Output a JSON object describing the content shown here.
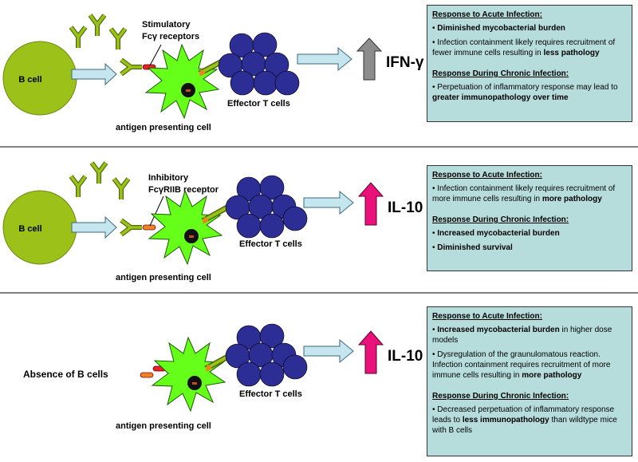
{
  "panels": [
    {
      "b_cell_label": "B cell",
      "receptor_label_line1": "Stimulatory",
      "receptor_label_line2": "Fcγ receptors",
      "apc_label": "antigen presenting cell",
      "effector_label": "Effector T cells",
      "cytokine_label": "IFN-γ",
      "cytokine_arrow_color": "#8c8c8c",
      "receptor_color": "#e8202a",
      "acute_heading": "Response to Acute Infection:",
      "acute_items": [
        {
          "b": "Diminished mycobacterial burden",
          "t": ""
        },
        {
          "t": "Infection containment likely requires recruitment of fewer immune cells resulting in ",
          "b": "less pathology"
        }
      ],
      "chronic_heading": "Response During Chronic Infection:",
      "chronic_items": [
        {
          "t": "Perpetuation of inflammatory response may lead to ",
          "b": "greater immunopathology over time"
        }
      ]
    },
    {
      "b_cell_label": "B cell",
      "receptor_label_line1": "Inhibitory",
      "receptor_label_line2": "FcγRIIB receptor",
      "apc_label": "antigen presenting cell",
      "effector_label": "Effector T cells",
      "cytokine_label": "IL-10",
      "cytokine_arrow_color": "#e8127a",
      "receptor_color": "#f0821e",
      "acute_heading": "Response to Acute Infection:",
      "acute_items": [
        {
          "t": "Infection containment likely requires recruitment of more immune cells resulting in ",
          "b": "more pathology"
        }
      ],
      "chronic_heading": "Response During Chronic Infection:",
      "chronic_items": [
        {
          "b": "Increased mycobacterial burden",
          "t": ""
        },
        {
          "b": "Diminished survival",
          "t": ""
        }
      ]
    },
    {
      "absence_label": "Absence of B cells",
      "apc_label": "antigen presenting cell",
      "effector_label": "Effector T cells",
      "cytokine_label": "IL-10",
      "cytokine_arrow_color": "#e8127a",
      "acute_heading": "Response to Acute Infection:",
      "acute_items": [
        {
          "b": "Increased mycobacterial burden",
          "t": " in higher dose models"
        },
        {
          "t": "Dysregulation of the graunulomatous reaction. Infection containment requires recruitment of more immune cells resulting in ",
          "b": "more pathology"
        }
      ],
      "chronic_heading": "Response During Chronic Infection:",
      "chronic_items": [
        {
          "t": "Decreased perpetuation of inflammatory response leads to ",
          "b": "less immunopathology",
          "t2": " than wildtype mice with B cells"
        }
      ]
    }
  ],
  "colors": {
    "b_cell": "#9cc21a",
    "apc": "#66ff1a",
    "t_cell": "#2d2d96",
    "antibody": "#9cc21a",
    "block_arrow": "#c5e6ef",
    "box_bg": "#b7dcdc"
  },
  "bullet": "•"
}
